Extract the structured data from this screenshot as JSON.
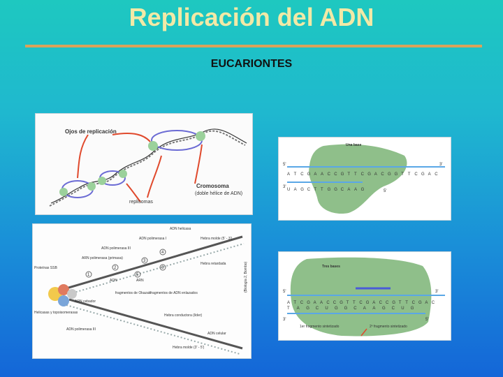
{
  "slide": {
    "title": "Replicación del ADN",
    "subtitle": "EUCARIONTES"
  },
  "panel_top_left": {
    "labels": {
      "ojos": "Ojos de replicación",
      "cromosoma": "Cromosoma",
      "doble_helice": "(doble hélice de ADN)",
      "replisomas": "replisomas"
    }
  },
  "panel_bottom_left": {
    "labels": {
      "adn_helicasa": "ADN helicasa",
      "adn_polimerasa_i": "ADN polimerasa I",
      "hebra_molde_top": "Hebra molde (5' - 3')",
      "adn_polimerasa_iii_top": "ADN polimerasa III",
      "arn_polimerasa": "ARN polimerasa (primasa)",
      "hebra_retardada": "Hebra retardada",
      "proteinas_ssb": "Proteínas SSB",
      "fragmentos_okazaki": "fragmentos de Okazaki",
      "adn": "ADN",
      "arn": "ARN",
      "fragmentos_enlazados": "fragmentos de ADN enlazados",
      "arn_cebador": "ARN cebador",
      "helicasas": "Helicasas y topoisomerasas",
      "hebra_conductora": "Hebra conductora (líder)",
      "adn_polimerasa_iii_bottom": "ADN polimerasa III",
      "adn_celular": "ADN celular",
      "hebra_molde_bottom": "Hebra molde (3' - 5')",
      "side_text": "(Biología 2, Bombo)",
      "steps": [
        "1",
        "2",
        "3",
        "4",
        "5",
        "6"
      ]
    }
  },
  "panel_top_right": {
    "header": "Una base",
    "five_prime": "5'",
    "three_prime": "3'",
    "top_strand": [
      "A",
      "T",
      "C",
      "G",
      "A",
      "A",
      "C",
      "C",
      "G",
      "T",
      "T",
      "C",
      "G",
      "A",
      "C",
      "G",
      "G",
      "T",
      "T",
      "C",
      "G",
      "A",
      "C"
    ],
    "bottom_strand": [
      "U",
      "A",
      "G",
      "C",
      "T",
      "T",
      "G",
      "G",
      "C",
      "A",
      "A",
      "G"
    ]
  },
  "panel_bottom_right": {
    "header": "Tres bases",
    "five_prime": "5'",
    "three_prime": "3'",
    "top_strand": [
      "A",
      "T",
      "C",
      "G",
      "A",
      "A",
      "C",
      "C",
      "G",
      "T",
      "T",
      "C",
      "G",
      "A",
      "C",
      "C",
      "G",
      "T",
      "T",
      "C",
      "G",
      "A",
      "C"
    ],
    "bottom_strand": [
      "T",
      "A",
      "G",
      "C",
      "U",
      "G",
      "G",
      "C",
      "A",
      "A",
      "G",
      "C",
      "U",
      "G"
    ],
    "label_first": "1er fragmento sintetizado",
    "label_second": "2º fragmento sintetizado"
  },
  "colors": {
    "title": "#f2e9a6",
    "rule": "#d9a35a",
    "arrow": "#e0492c",
    "blob": "#8fbf8a",
    "strand": "#5aa7e6"
  }
}
